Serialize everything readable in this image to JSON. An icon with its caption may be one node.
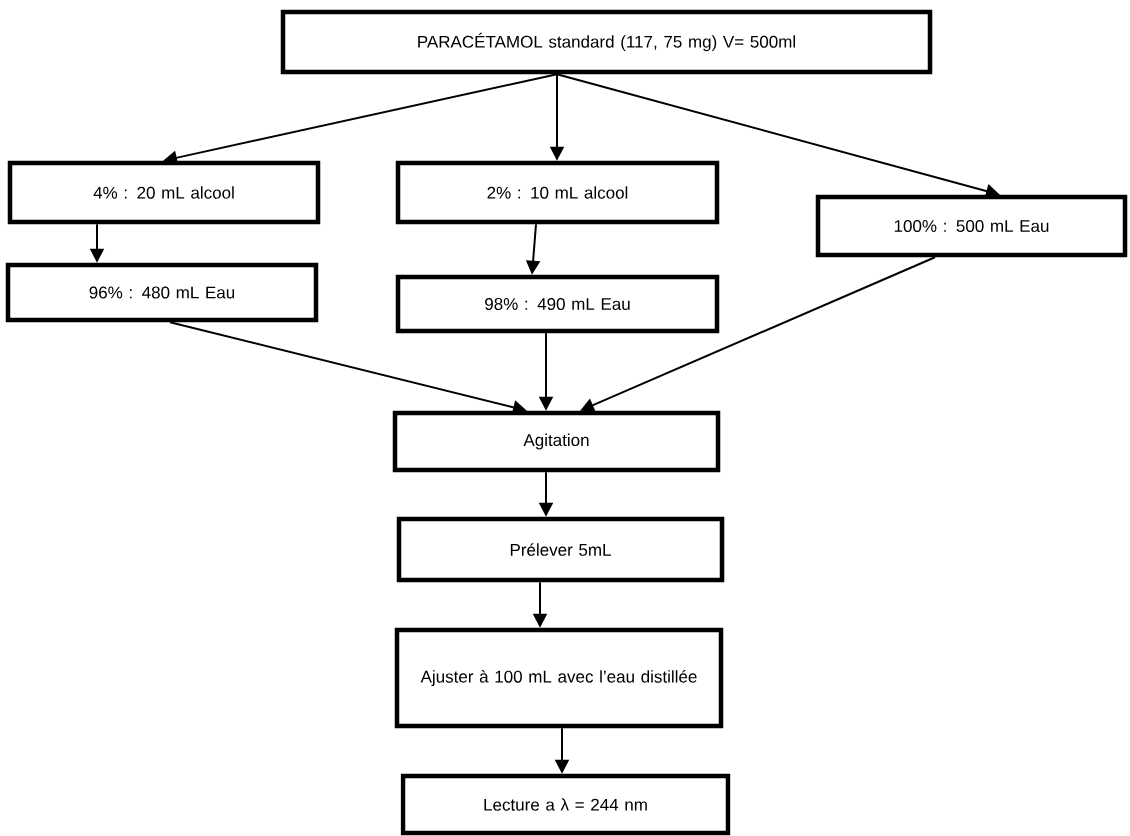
{
  "diagram": {
    "nodes": [
      {
        "text": [
          "PARACÉTAMOL standard (117, 75 mg) V= 500ml"
        ]
      },
      {
        "text": [
          "4% : 20 mL alcool"
        ]
      },
      {
        "text": [
          "2% : 10 mL alcool"
        ]
      },
      {
        "text": [
          "100% : 500 mL Eau"
        ]
      },
      {
        "text": [
          "96% : 480 mL Eau"
        ]
      },
      {
        "text": [
          "98% : 490 mL Eau"
        ]
      },
      {
        "text": [
          "Agitation"
        ]
      },
      {
        "text": [
          "Prélever 5mL"
        ]
      },
      {
        "text": [
          "Ajuster à 100 mL avec l’eau distillée"
        ]
      },
      {
        "text": [
          "Lecture a λ = 244 nm"
        ]
      }
    ],
    "edges": [
      {
        "from": 0,
        "to": 1,
        "arrow": "to"
      },
      {
        "from": 0,
        "to": 2,
        "arrow": "to"
      },
      {
        "from": 0,
        "to": 3,
        "arrow": "to"
      },
      {
        "from": 1,
        "to": 4,
        "arrow": "to"
      },
      {
        "from": 2,
        "to": 5,
        "arrow": "to"
      },
      {
        "from": 4,
        "to": 6,
        "arrow": "to"
      },
      {
        "from": 5,
        "to": 6,
        "arrow": "to"
      },
      {
        "from": 3,
        "to": 6,
        "arrow": "to"
      },
      {
        "from": 6,
        "to": 7,
        "arrow": "to"
      },
      {
        "from": 7,
        "to": 8,
        "arrow": "to"
      },
      {
        "from": 8,
        "to": 9,
        "arrow": "to"
      }
    ]
  }
}
